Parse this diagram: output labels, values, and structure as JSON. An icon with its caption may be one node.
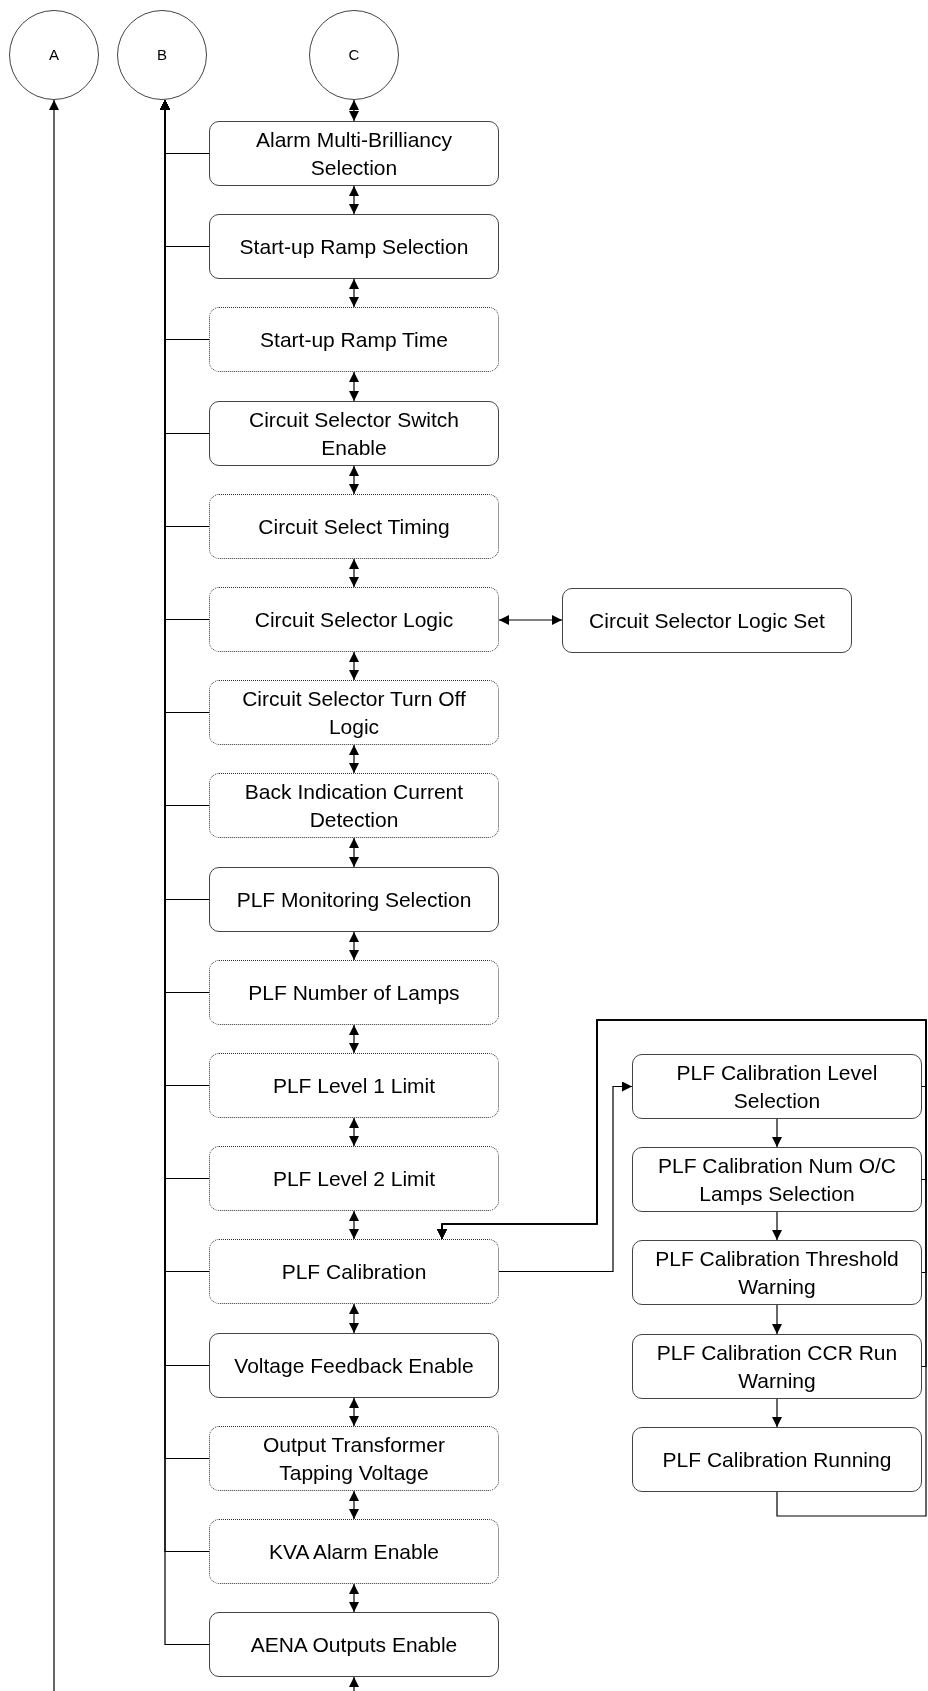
{
  "diagram": {
    "nodes": [
      {
        "text": [
          "A"
        ]
      },
      {
        "text": [
          "B"
        ]
      },
      {
        "text": [
          "C"
        ]
      },
      {
        "text": [
          "Alarm Multi-Brilliancy Selection"
        ]
      },
      {
        "text": [
          "Start-up Ramp Selection"
        ]
      },
      {
        "text": [
          "Start-up Ramp Time"
        ]
      },
      {
        "text": [
          "Circuit Selector Switch Enable"
        ]
      },
      {
        "text": [
          "Circuit Select Timing"
        ]
      },
      {
        "text": [
          "Circuit Selector Logic"
        ]
      },
      {
        "text": [
          "Circuit Selector Turn Off Logic"
        ]
      },
      {
        "text": [
          "Back Indication Current Detection"
        ]
      },
      {
        "text": [
          "PLF Monitoring Selection"
        ]
      },
      {
        "text": [
          "PLF Number of Lamps"
        ]
      },
      {
        "text": [
          "PLF Level 1 Limit"
        ]
      },
      {
        "text": [
          "PLF Level 2 Limit"
        ]
      },
      {
        "text": [
          "PLF Calibration"
        ]
      },
      {
        "text": [
          "Voltage Feedback Enable"
        ]
      },
      {
        "text": [
          "Output Transformer Tapping Voltage"
        ]
      },
      {
        "text": [
          "KVA Alarm Enable"
        ]
      },
      {
        "text": [
          "AENA Outputs Enable"
        ]
      },
      {
        "text": [
          "Circuit Selector Logic Set"
        ]
      },
      {
        "text": [
          "PLF Calibration Level Selection"
        ]
      },
      {
        "text": [
          "PLF Calibration Num O/C Lamps Selection"
        ]
      },
      {
        "text": [
          "PLF Calibration Threshold Warning"
        ]
      },
      {
        "text": [
          "PLF Calibration CCR Run Warning"
        ]
      },
      {
        "text": [
          "PLF Calibration Running"
        ]
      }
    ],
    "edges": [
      {
        "from": null,
        "to": 0,
        "arrow": "to"
      },
      {
        "from": 2,
        "to": 3,
        "arrow": "both"
      },
      {
        "from": 3,
        "to": 4,
        "arrow": "both"
      },
      {
        "from": 4,
        "to": 5,
        "arrow": "both"
      },
      {
        "from": 5,
        "to": 6,
        "arrow": "both"
      },
      {
        "from": 6,
        "to": 7,
        "arrow": "both"
      },
      {
        "from": 7,
        "to": 8,
        "arrow": "both"
      },
      {
        "from": 8,
        "to": 9,
        "arrow": "both"
      },
      {
        "from": 9,
        "to": 10,
        "arrow": "both"
      },
      {
        "from": 10,
        "to": 11,
        "arrow": "both"
      },
      {
        "from": 11,
        "to": 12,
        "arrow": "both"
      },
      {
        "from": 12,
        "to": 13,
        "arrow": "both"
      },
      {
        "from": 13,
        "to": 14,
        "arrow": "both"
      },
      {
        "from": 14,
        "to": 15,
        "arrow": "both"
      },
      {
        "from": 15,
        "to": 16,
        "arrow": "both"
      },
      {
        "from": 16,
        "to": 17,
        "arrow": "both"
      },
      {
        "from": 17,
        "to": 18,
        "arrow": "both"
      },
      {
        "from": 18,
        "to": 19,
        "arrow": "both"
      },
      {
        "from": null,
        "to": 19,
        "arrow": "to"
      },
      {
        "from": 3,
        "to": 1,
        "arrow": "to"
      },
      {
        "from": 4,
        "to": 1,
        "arrow": "to"
      },
      {
        "from": 5,
        "to": 1,
        "arrow": "to"
      },
      {
        "from": 6,
        "to": 1,
        "arrow": "to"
      },
      {
        "from": 7,
        "to": 1,
        "arrow": "to"
      },
      {
        "from": 8,
        "to": 1,
        "arrow": "to"
      },
      {
        "from": 9,
        "to": 1,
        "arrow": "to"
      },
      {
        "from": 10,
        "to": 1,
        "arrow": "to"
      },
      {
        "from": 11,
        "to": 1,
        "arrow": "to"
      },
      {
        "from": 12,
        "to": 1,
        "arrow": "to"
      },
      {
        "from": 13,
        "to": 1,
        "arrow": "to"
      },
      {
        "from": 14,
        "to": 1,
        "arrow": "to"
      },
      {
        "from": 15,
        "to": 1,
        "arrow": "to"
      },
      {
        "from": 16,
        "to": 1,
        "arrow": "to"
      },
      {
        "from": 17,
        "to": 1,
        "arrow": "to"
      },
      {
        "from": 18,
        "to": 1,
        "arrow": "to"
      },
      {
        "from": 19,
        "to": 1,
        "arrow": "to"
      },
      {
        "from": 8,
        "to": 20,
        "arrow": "both"
      },
      {
        "from": 15,
        "to": 21,
        "arrow": "to"
      },
      {
        "from": 21,
        "to": 22,
        "arrow": "to"
      },
      {
        "from": 22,
        "to": 23,
        "arrow": "to"
      },
      {
        "from": 23,
        "to": 24,
        "arrow": "to"
      },
      {
        "from": 24,
        "to": 25,
        "arrow": "to"
      },
      {
        "from": 21,
        "to": 15,
        "arrow": "to"
      },
      {
        "from": 22,
        "to": 15,
        "arrow": "to"
      },
      {
        "from": 23,
        "to": 15,
        "arrow": "to"
      },
      {
        "from": 24,
        "to": 15,
        "arrow": "to"
      },
      {
        "from": 25,
        "to": 15,
        "arrow": "to"
      }
    ]
  }
}
